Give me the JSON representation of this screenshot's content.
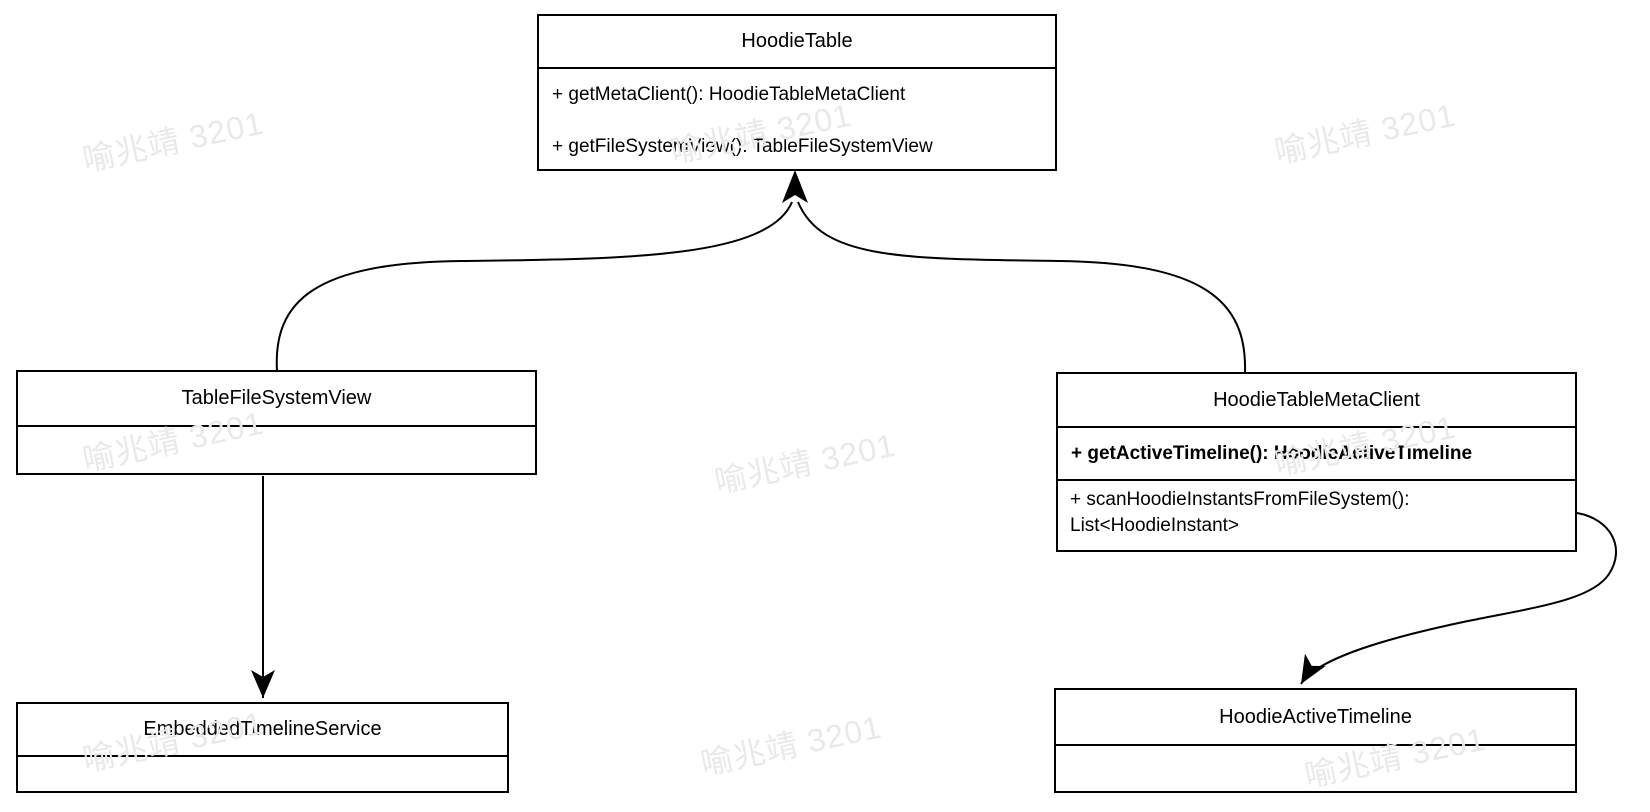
{
  "watermark": {
    "text": "喻兆靖 3201",
    "color": "#e9e9e9"
  },
  "colors": {
    "stroke": "#000000",
    "box_fill": "#ffffff"
  },
  "classes": {
    "hoodieTable": {
      "title": "HoodieTable",
      "methods": [
        "+ getMetaClient(): HoodieTableMetaClient",
        "+ getFileSystemView(): TableFileSystemView"
      ]
    },
    "tableFileSystemView": {
      "title": "TableFileSystemView"
    },
    "hoodieTableMetaClient": {
      "title": "HoodieTableMetaClient",
      "method_bold": "+ getActiveTimeline(): HoodieActiveTimeline",
      "method_multiline": {
        "line1": "+ scanHoodieInstantsFromFileSystem():",
        "line2": "List<HoodieInstant>"
      }
    },
    "embeddedTimelineService": {
      "title": "EmbeddedTimelineService"
    },
    "hoodieActiveTimeline": {
      "title": "HoodieActiveTimeline"
    }
  },
  "edges": [
    {
      "from": "TableFileSystemView",
      "to": "HoodieTable"
    },
    {
      "from": "HoodieTableMetaClient",
      "to": "HoodieTable"
    },
    {
      "from": "TableFileSystemView",
      "to": "EmbeddedTimelineService"
    },
    {
      "from": "HoodieTableMetaClient",
      "to": "HoodieActiveTimeline"
    }
  ]
}
